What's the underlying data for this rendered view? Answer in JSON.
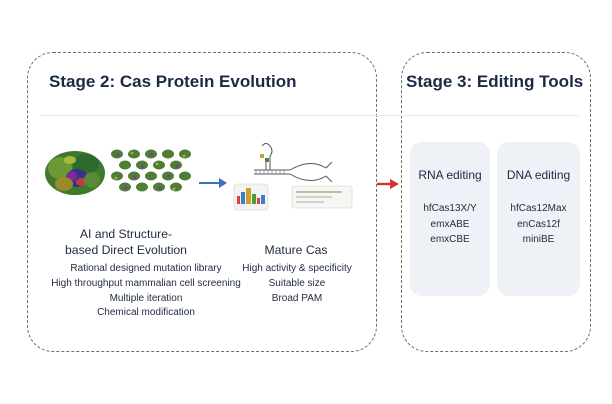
{
  "stage2": {
    "title": "Stage 2: Cas Protein Evolution",
    "left_caption": [
      "AI and Structure-",
      "based Direct Evolution"
    ],
    "left_bullets": [
      "Rational designed mutation library",
      "High throughput mammalian cell screening",
      "Multiple iteration",
      "Chemical modification"
    ],
    "right_caption": "Mature Cas",
    "right_bullets": [
      "High activity & specificity",
      "Suitable size",
      "Broad PAM"
    ]
  },
  "stage3": {
    "title": "Stage 3: Editing Tools",
    "cards": [
      {
        "title": "RNA editing",
        "items": [
          "hfCas13X/Y",
          "emxABE",
          "emxCBE"
        ]
      },
      {
        "title": "DNA editing",
        "items": [
          "hfCas12Max",
          "enCas12f",
          "miniBE"
        ]
      }
    ]
  },
  "colors": {
    "blue_arrow": "#3b6fc4",
    "red_arrow": "#d9322b",
    "panel_border": "#6e6e6e",
    "card_bg": "#eef1f5"
  }
}
